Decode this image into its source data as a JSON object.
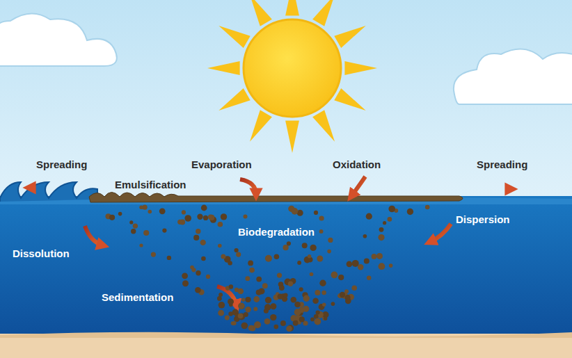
{
  "diagram": {
    "labels": [
      "Spreading",
      "Evaporation",
      "Oxidation",
      "Spreading",
      "Emulsification",
      "Dissolution",
      "Biodegradation",
      "Dispersion",
      "Sedimentation"
    ]
  }
}
